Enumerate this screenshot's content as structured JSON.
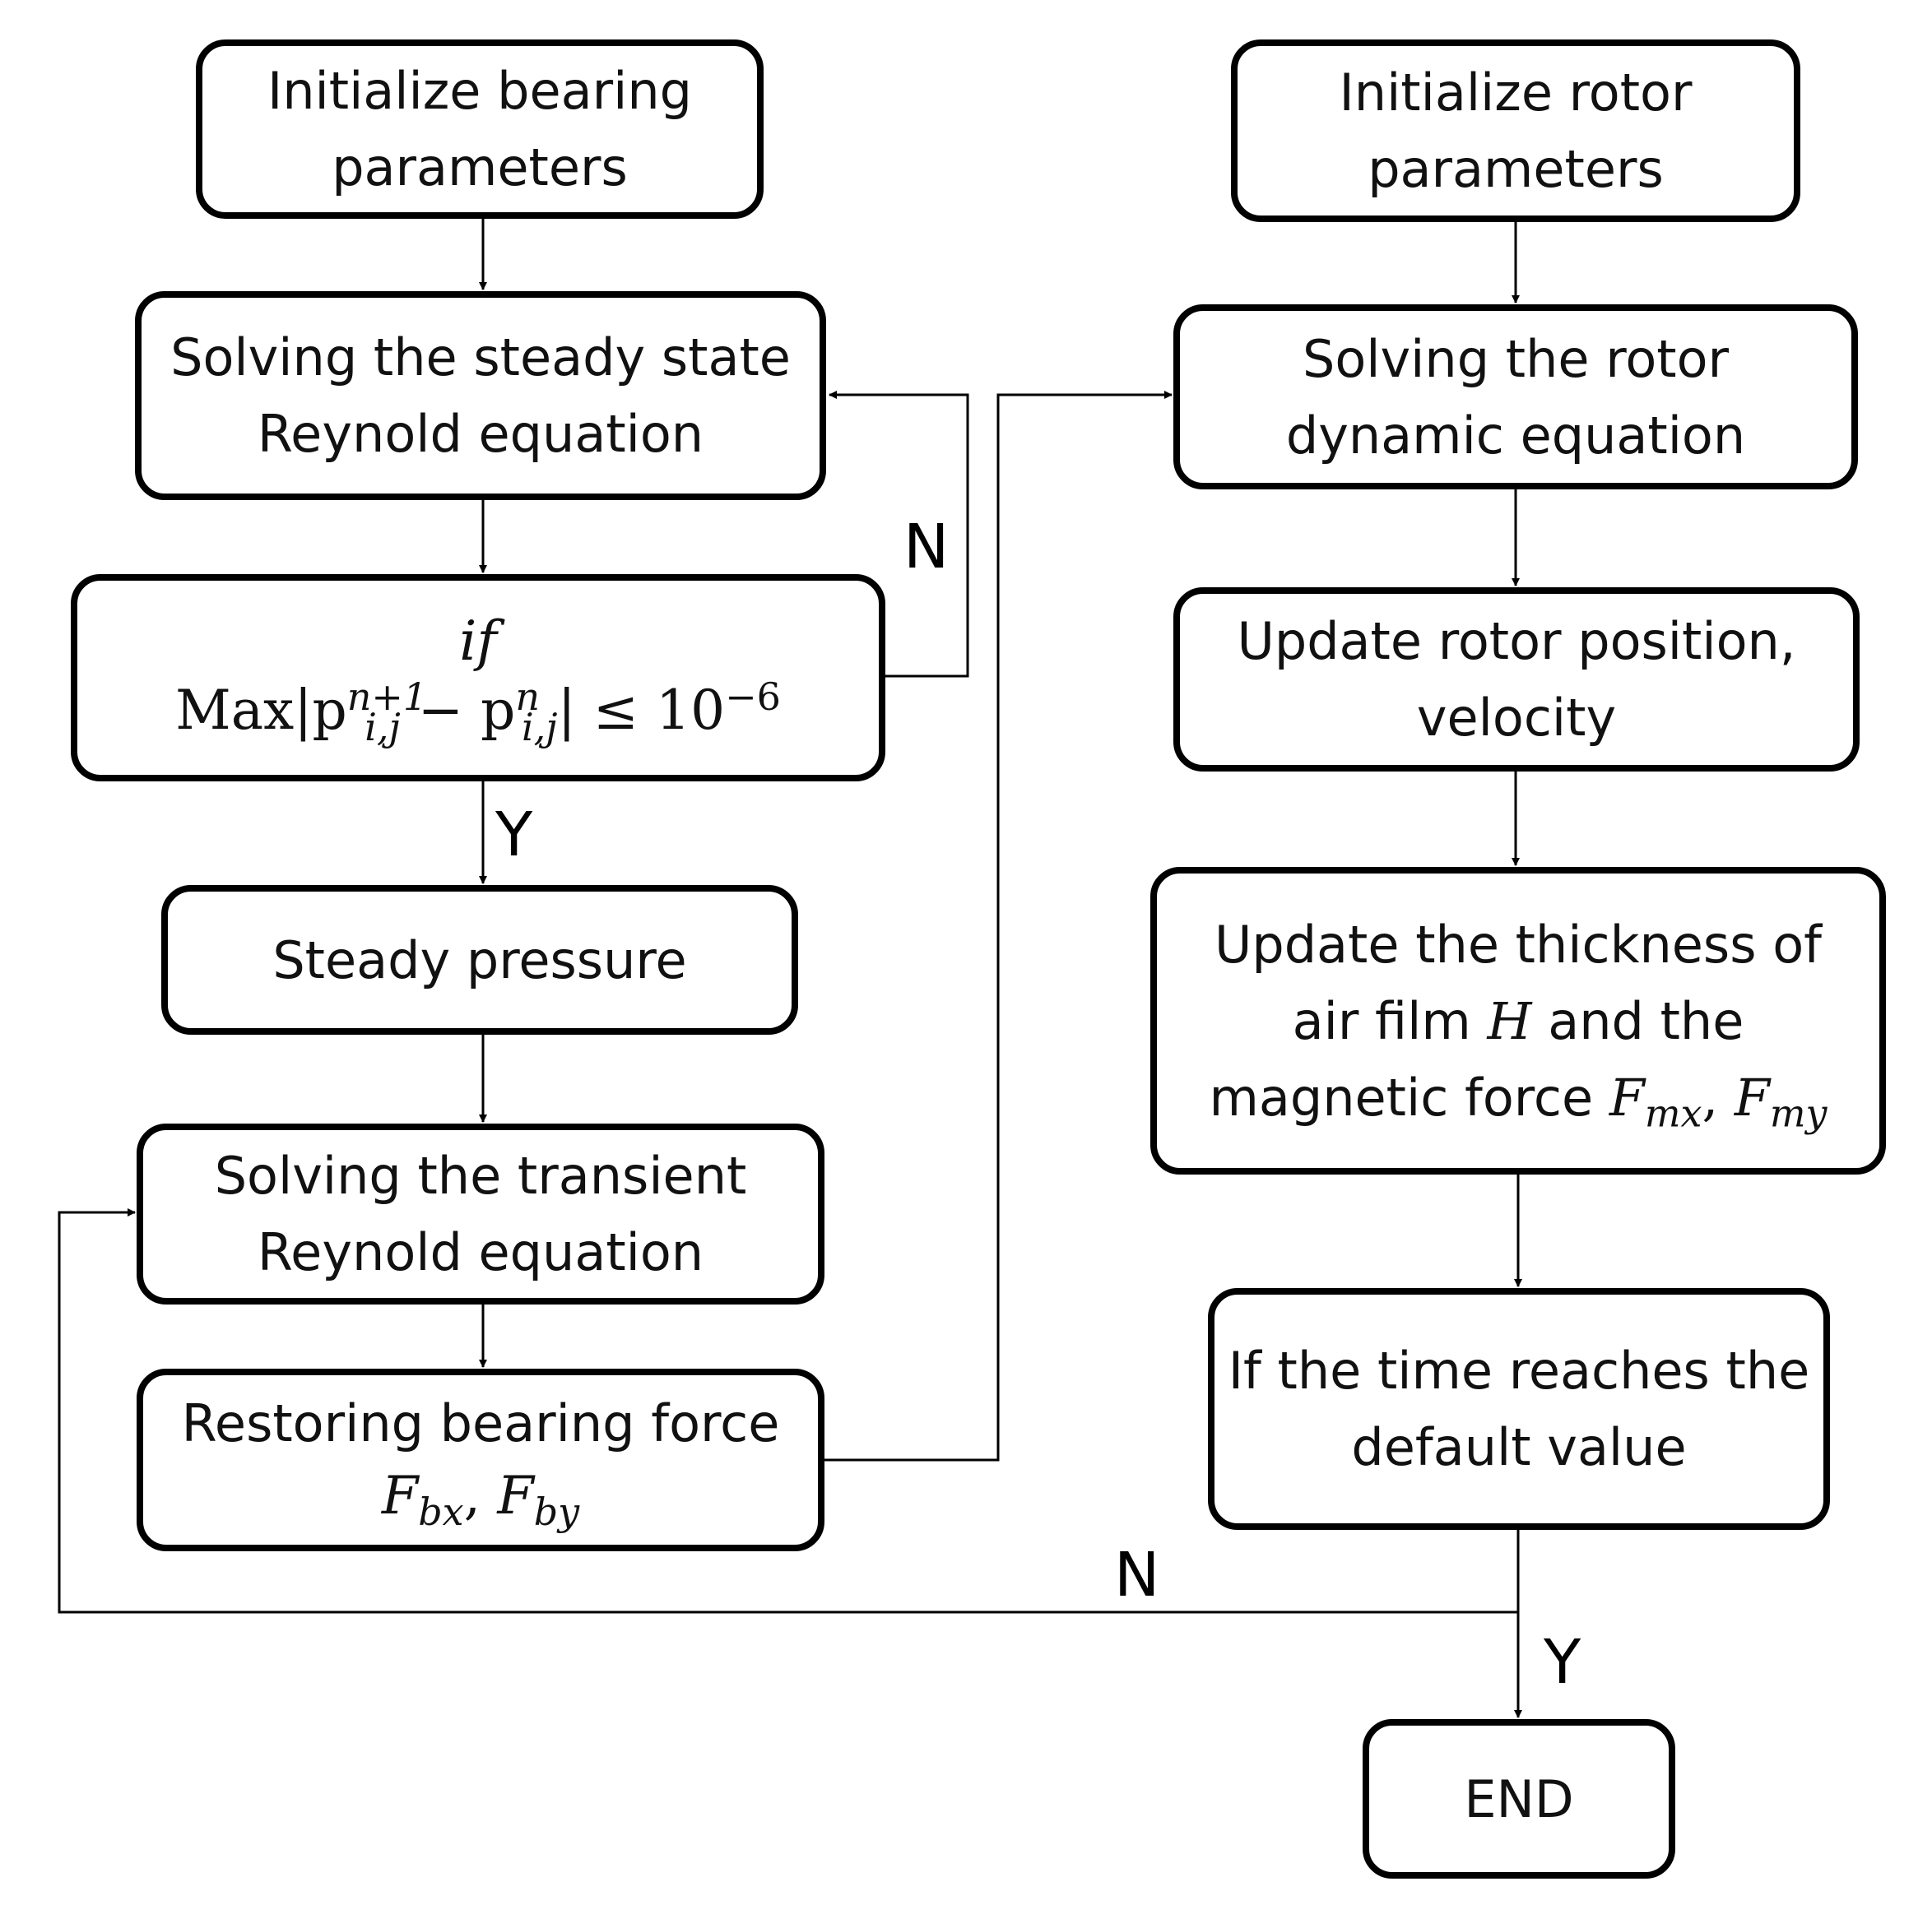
{
  "boxes": {
    "init_bearing": "Initialize bearing parameters",
    "steady_reynold": "Solving the steady state Reynold equation",
    "convergence_check": {
      "line1": "if",
      "line2_prefix": "Max|p",
      "sub_ij": "i,j",
      "sup_n1": "n+1",
      "minus": " − p",
      "sup_n": "n",
      "line2_suffix": "| ≤ 10",
      "exp": "−6"
    },
    "steady_pressure": "Steady pressure",
    "transient_reynold": "Solving the transient Reynold equation",
    "restoring_force": {
      "text": "Restoring bearing force",
      "f1": "F",
      "f1_sub": "bx",
      "sep": ", ",
      "f2": "F",
      "f2_sub": "by"
    },
    "init_rotor": "Initialize rotor parameters",
    "rotor_dynamic": "Solving the rotor dynamic equation",
    "update_position": "Update rotor position, velocity",
    "update_thickness": {
      "line1": "Update the thickness of",
      "line2_prefix": "air film ",
      "H": "H",
      "line2_suffix": " and the",
      "line3_prefix": "magnetic force ",
      "f1": "F",
      "f1_sub": "mx",
      "sep": ", ",
      "f2": "F",
      "f2_sub": "my"
    },
    "time_check": "If the time reaches the default value",
    "end": "END"
  },
  "labels": {
    "no_steady": "N",
    "yes_steady": "Y",
    "no_time": "N",
    "yes_time": "Y"
  }
}
